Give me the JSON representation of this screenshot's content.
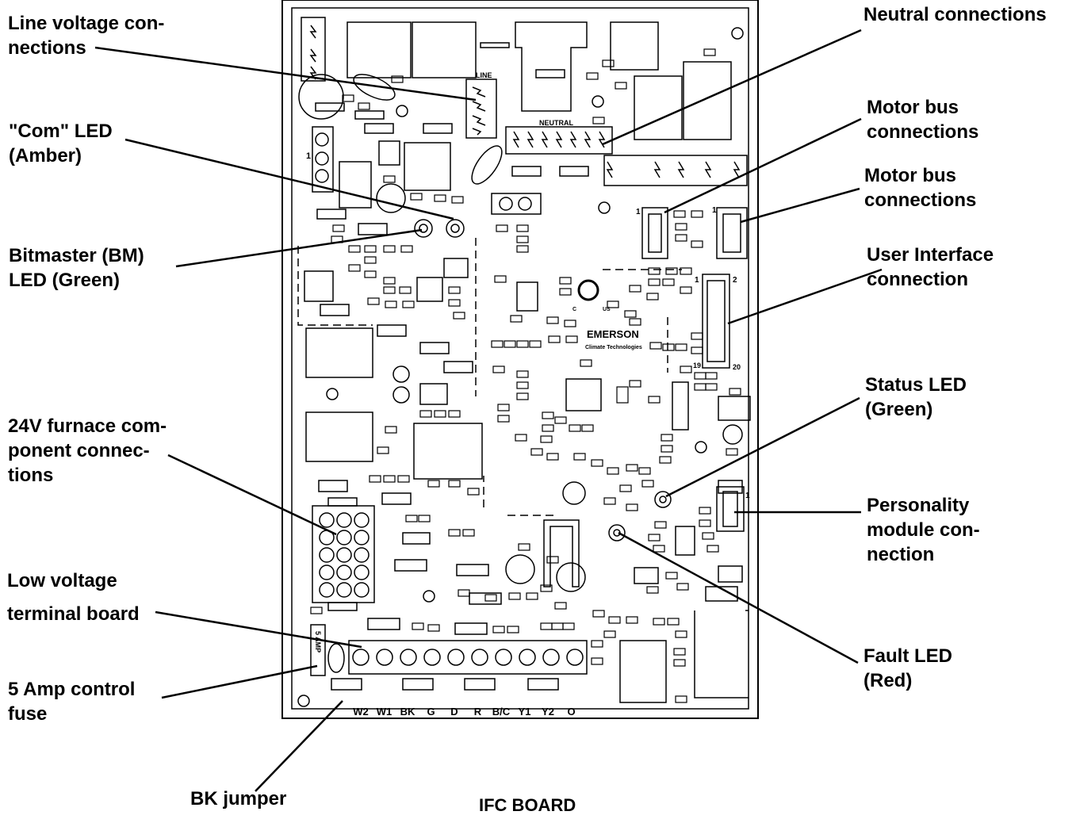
{
  "labels": {
    "line_voltage": [
      "Line voltage con-",
      "nections"
    ],
    "neutral": "Neutral connections",
    "com_led": [
      "\"Com\" LED",
      "(Amber)"
    ],
    "motor_bus_1": [
      "Motor bus",
      "connections"
    ],
    "motor_bus_2": [
      "Motor bus",
      "connections"
    ],
    "bitmaster": [
      "Bitmaster (BM)",
      "LED (Green)"
    ],
    "user_interface": [
      "User Interface",
      "connection"
    ],
    "status_led": [
      "Status LED",
      "(Green)"
    ],
    "furnace_24v": [
      "24V furnace com-",
      "ponent connec-",
      "tions"
    ],
    "personality": [
      "Personality",
      "module con-",
      "nection"
    ],
    "low_voltage": [
      "Low voltage",
      "terminal board"
    ],
    "fault_led": [
      "Fault LED",
      "(Red)"
    ],
    "fuse": [
      "5 Amp control",
      "fuse"
    ],
    "bk_jumper": "BK jumper",
    "board_caption": "IFC BOARD"
  },
  "board": {
    "line_marker": "LINE",
    "neutral_marker": "NEUTRAL",
    "brand": "EMERSON",
    "brand_sub": "Climate Technologies",
    "fuse_text": "5 AMP",
    "terminals": [
      "W2",
      "W1",
      "BK",
      "G",
      "D",
      "R",
      "B/C",
      "Y1",
      "Y2",
      "O"
    ],
    "ui_pins": [
      "1",
      "2",
      "19",
      "20"
    ],
    "motor_pin": "1",
    "pm_pin": "1",
    "pwr_pin": "1",
    "cert_c": "C",
    "cert_us": "US"
  }
}
